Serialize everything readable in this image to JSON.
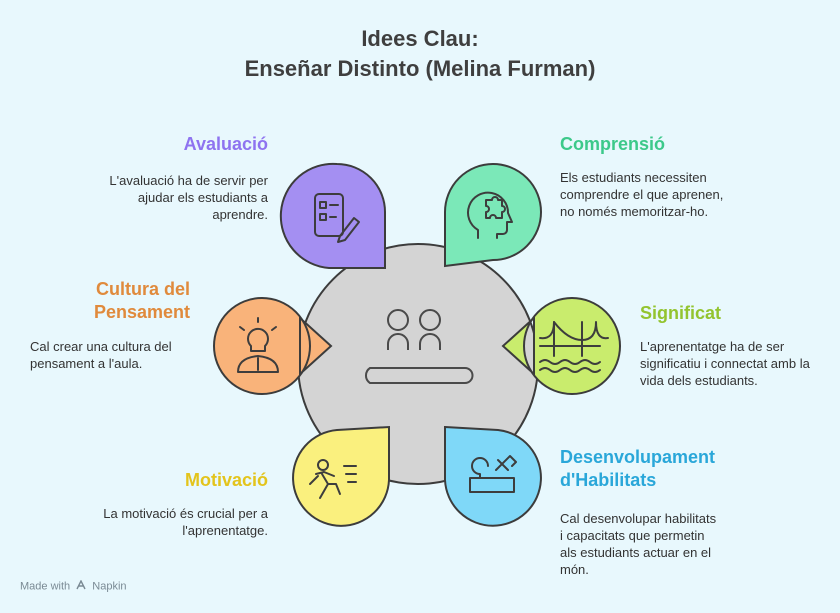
{
  "title": {
    "line1": "Idees Clau:",
    "line2": "Enseñar Distinto (Melina Furman)"
  },
  "items": [
    {
      "heading": "Avaluació",
      "description": "L'avaluació ha de servir per ajudar els estudiants a aprendre.",
      "color": "#a48ff2",
      "heading_color": "#8e73f0",
      "icon": "checklist-pencil-icon"
    },
    {
      "heading": "Comprensió",
      "description": "Els estudiants necessiten comprendre el que aprenen, no només memoritzar-ho.",
      "color": "#7be8b8",
      "heading_color": "#3cc98a",
      "icon": "head-puzzle-icon"
    },
    {
      "heading": "Cultura del Pensament",
      "description": "Cal crear una cultura del pensament a l'aula.",
      "color": "#f9b37a",
      "heading_color": "#e08a3c",
      "icon": "lightbulb-person-icon"
    },
    {
      "heading": "Significat",
      "description": "L'aprenentatge ha de ser significatiu i connectat amb la vida dels estudiants.",
      "color": "#c9ec6d",
      "heading_color": "#93c42f",
      "icon": "bridge-icon"
    },
    {
      "heading": "Motivació",
      "description": "La motivació és crucial per a l'aprenentatge.",
      "color": "#faf07e",
      "heading_color": "#e3c41c",
      "icon": "running-person-icon"
    },
    {
      "heading": "Desenvolupament d'Habilitats",
      "description": "Cal desenvolupar habilitats i capacitats que permetin als estudiants actuar en el món.",
      "color": "#7fd8f8",
      "heading_color": "#2aa7d9",
      "icon": "toolbox-icon"
    }
  ],
  "center": {
    "color": "#d4d4d4",
    "icon": "two-people-table-icon"
  },
  "footer": {
    "text": "Made with",
    "brand": "Napkin"
  }
}
